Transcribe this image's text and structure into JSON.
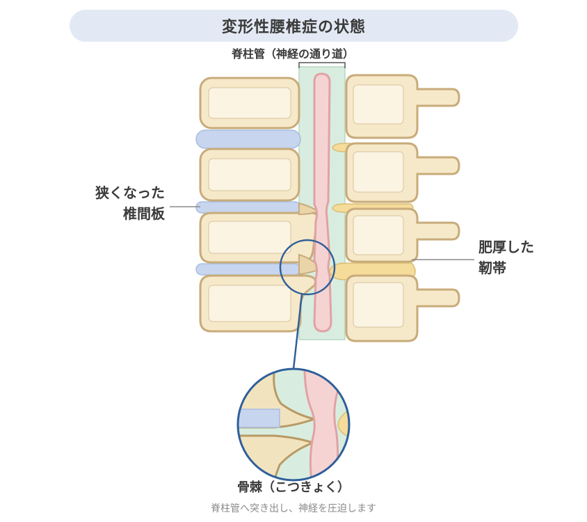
{
  "title": "変形性腰椎症の状態",
  "labels": {
    "spinal_canal": "脊柱管（神経の通り道）",
    "narrowed_disc_line1": "狭くなった",
    "narrowed_disc_line2": "椎間板",
    "thick_ligament_line1": "肥厚した",
    "thick_ligament_line2": "靭帯",
    "bone_spur": "骨棘（こつきょく）",
    "bone_spur_desc": "脊柱管へ突き出し、神経を圧迫します"
  },
  "colors": {
    "bone_fill": "#f6e9c9",
    "bone_stroke": "#c8ab7a",
    "disc_fill": "#c7d6ee",
    "canal_fill": "#d8eddf",
    "nerve_fill": "#f5d3d3",
    "nerve_stroke": "#e1a2a4",
    "ligament_fill": "#f5dc9a",
    "accent_blue": "#2f5f9a",
    "title_bg": "#e3e9f4"
  }
}
